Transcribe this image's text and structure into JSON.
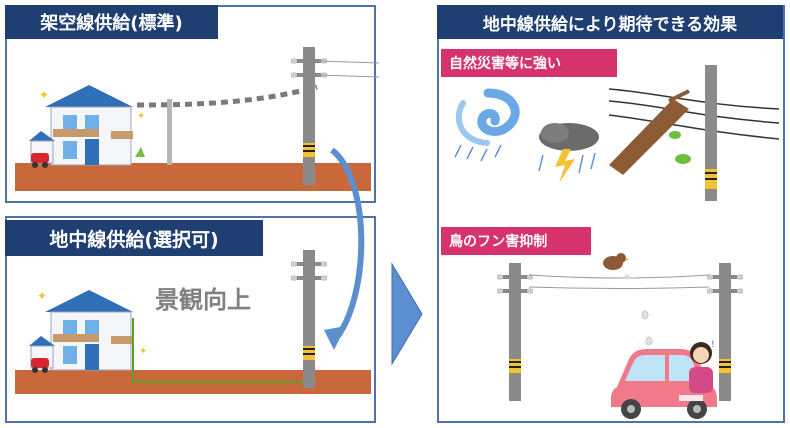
{
  "left_top": {
    "title": "架空線供給(標準)"
  },
  "left_bottom": {
    "title": "地中線供給(選択可)",
    "scenic_label": "景観向上"
  },
  "right": {
    "title": "地中線供給により期待できる効果",
    "tag_disaster": "自然災害等に強い",
    "tag_bird": "鳥のフン害抑制"
  },
  "colors": {
    "header_bg": "#1f3f73",
    "panel_border": "#4f73a8",
    "tag_bg": "#d6336c",
    "ground": "#c8683b",
    "pole": "#8a8a8a",
    "arrow": "#5b8fd0",
    "underground_line": "#5aa02c"
  },
  "icons": [
    "house-icon",
    "utility-pole-icon",
    "typhoon-icon",
    "thunderstorm-icon",
    "fallen-tree-icon",
    "bird-icon",
    "car-icon",
    "person-icon"
  ]
}
